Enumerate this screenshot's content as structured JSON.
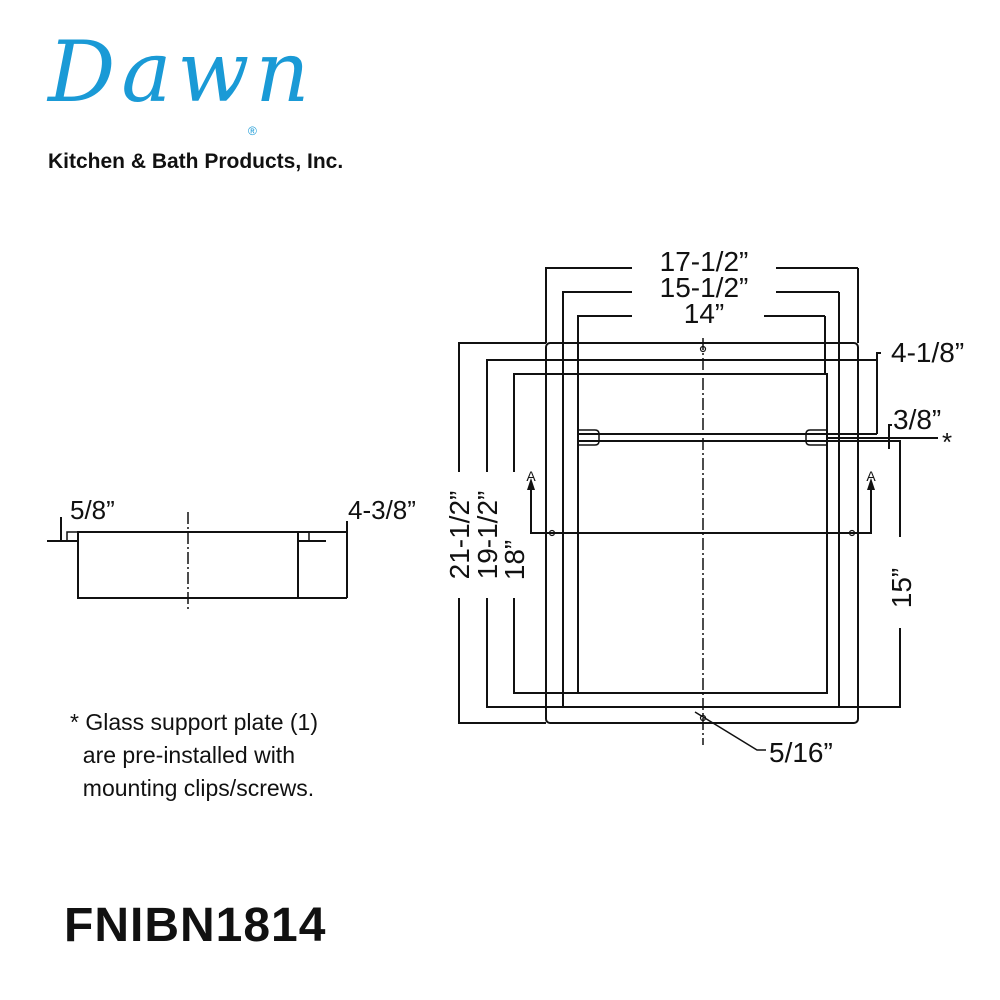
{
  "brand": {
    "logo_text": "Dawn",
    "registered_mark": "®",
    "company": "Kitchen & Bath Products, Inc."
  },
  "side_view": {
    "dim_flange": "5/8”",
    "dim_depth": "4-3/8”"
  },
  "front_view": {
    "dim_width_outer": "17-1/2”",
    "dim_width_mid": "15-1/2”",
    "dim_width_inner": "14”",
    "dim_height_outer": "21-1/2”",
    "dim_height_mid": "19-1/2”",
    "dim_height_inner": "18”",
    "dim_shelf_top": "4-1/8”",
    "dim_shelf_thickness": "3/8”",
    "asterisk": "*",
    "dim_shelf_height": "15”",
    "dim_hole": "5/16”",
    "section_label_left": "A",
    "section_label_right": "A"
  },
  "note": {
    "lines": [
      "* Glass support plate (1)",
      "  are pre-installed with",
      "  mounting clips/screws."
    ]
  },
  "model": "FNIBN1814"
}
